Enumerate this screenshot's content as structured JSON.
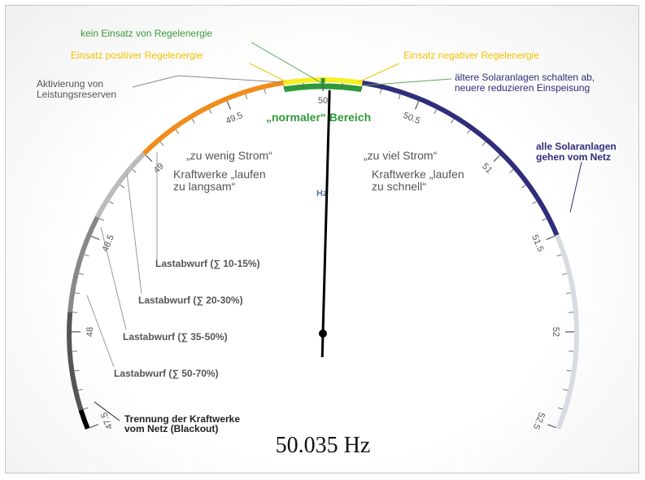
{
  "gauge": {
    "value": 50.035,
    "min": 47.5,
    "max": 52.5,
    "major_step": 0.5,
    "minor_step": 0.1,
    "unit": "Hz",
    "readout": "50.035 Hz",
    "tick_labels": [
      "47.5",
      "48",
      "48.5",
      "49",
      "49.5",
      "50",
      "50.5",
      "51",
      "51.5",
      "52",
      "52.5"
    ],
    "bands": [
      {
        "from": 47.5,
        "to": 47.6,
        "color": "#000000"
      },
      {
        "from": 47.6,
        "to": 48.1,
        "color": "#555555"
      },
      {
        "from": 48.1,
        "to": 48.6,
        "color": "#888888"
      },
      {
        "from": 48.6,
        "to": 49.0,
        "color": "#bbbbbb"
      },
      {
        "from": 49.0,
        "to": 49.8,
        "color": "#f08c1c"
      },
      {
        "from": 49.8,
        "to": 50.2,
        "color": "#f5f020"
      },
      {
        "from": 50.2,
        "to": 51.5,
        "color": "#2e2e7a"
      },
      {
        "from": 51.5,
        "to": 52.5,
        "color": "#d8dce2"
      }
    ],
    "normal_band": {
      "from": 49.8,
      "to": 50.2,
      "color": "#2e9a3a"
    },
    "deadband": {
      "from": 49.99,
      "to": 50.01,
      "color": "#2e9a3a"
    }
  },
  "labels": {
    "kein_einsatz": "kein Einsatz von Regelenergie",
    "positive": "Einsatz positiver Regelenergie",
    "negative": "Einsatz negativer Regelenergie",
    "reserves_1": "Aktivierung von",
    "reserves_2": "Leistungsreserven",
    "solar_old_1": "ältere Solaranlagen schalten ab,",
    "solar_old_2": "neuere reduzieren Einspeisung",
    "solar_all_1": "alle Solaranlagen",
    "solar_all_2": "gehen vom Netz",
    "normal": "„normaler“ Bereich",
    "low_1": "„zu wenig Strom“",
    "low_2": "Kraftwerke „laufen",
    "low_3": "zu langsam“",
    "high_1": "„zu viel Strom“",
    "high_2": "Kraftwerke „laufen",
    "high_3": "zu schnell“",
    "shed_1": "Lastabwurf (∑ 10-15%)",
    "shed_2": "Lastabwurf (∑ 20-30%)",
    "shed_3": "Lastabwurf (∑ 35-50%)",
    "shed_4": "Lastabwurf (∑ 50-70%)",
    "blackout_1": "Trennung der Kraftwerke",
    "blackout_2": "vom Netz (Blackout)"
  }
}
